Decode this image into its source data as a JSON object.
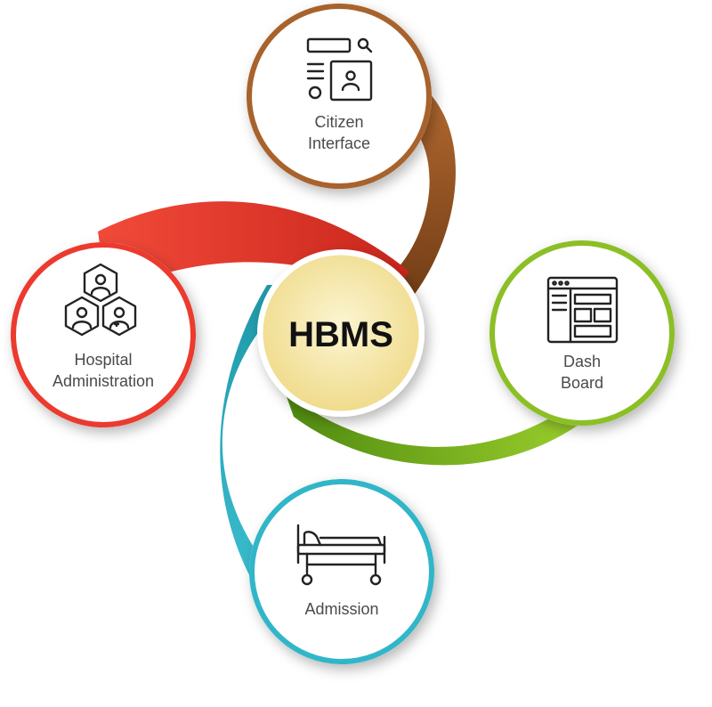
{
  "center": {
    "label": "HBMS"
  },
  "nodes": {
    "citizen": {
      "line1": "Citizen",
      "line2": "Interface",
      "color": "#a8622c",
      "icon": "search-profile-icon"
    },
    "dash": {
      "line1": "Dash",
      "line2": "Board",
      "color": "#8cbf26",
      "icon": "dashboard-window-icon"
    },
    "admission": {
      "line1": "Admission",
      "color": "#31b6c9",
      "icon": "hospital-bed-icon"
    },
    "hospital": {
      "line1": "Hospital",
      "line2": "Administration",
      "color": "#ec3a2e",
      "icon": "medical-staff-icon"
    }
  },
  "colors": {
    "center_fill": "#f6e9a9",
    "center_ring": "#e8d27a"
  }
}
